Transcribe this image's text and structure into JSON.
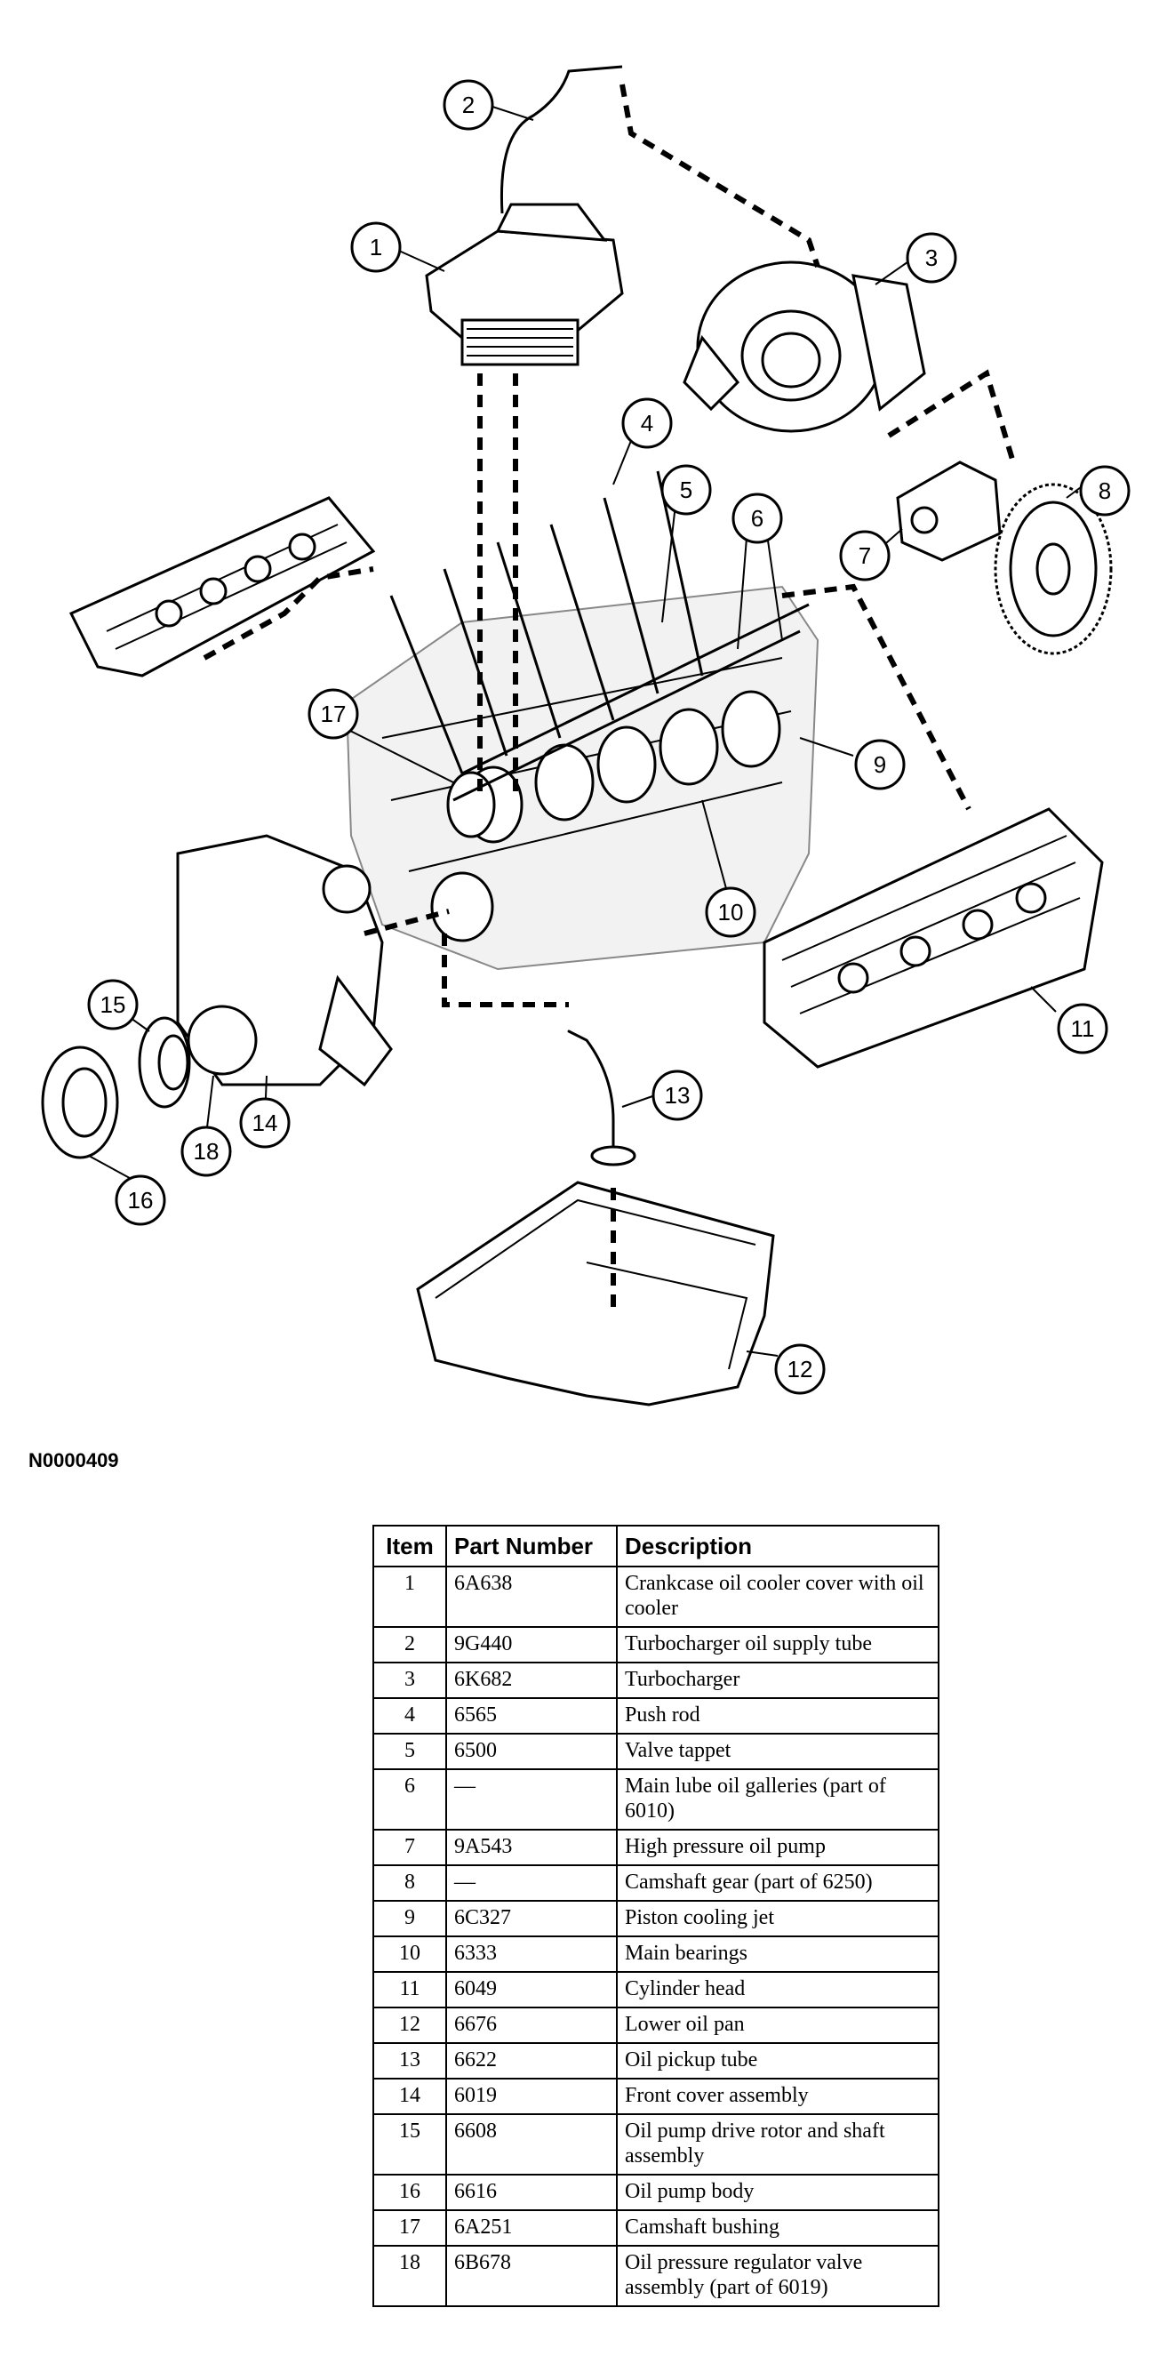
{
  "figure_id": "N0000409",
  "callouts": [
    "1",
    "2",
    "3",
    "4",
    "5",
    "6",
    "7",
    "8",
    "9",
    "10",
    "11",
    "12",
    "13",
    "14",
    "15",
    "16",
    "17",
    "18"
  ],
  "table": {
    "headers": {
      "item": "Item",
      "part_number": "Part Number",
      "description": "Description"
    },
    "rows": [
      {
        "item": "1",
        "part_number": "6A638",
        "description": "Crankcase oil cooler cover with oil cooler"
      },
      {
        "item": "2",
        "part_number": "9G440",
        "description": "Turbocharger oil supply tube"
      },
      {
        "item": "3",
        "part_number": "6K682",
        "description": "Turbocharger"
      },
      {
        "item": "4",
        "part_number": "6565",
        "description": "Push rod"
      },
      {
        "item": "5",
        "part_number": "6500",
        "description": "Valve tappet"
      },
      {
        "item": "6",
        "part_number": "—",
        "description": "Main lube oil galleries (part of 6010)"
      },
      {
        "item": "7",
        "part_number": "9A543",
        "description": "High pressure oil pump"
      },
      {
        "item": "8",
        "part_number": "—",
        "description": "Camshaft gear (part of 6250)"
      },
      {
        "item": "9",
        "part_number": "6C327",
        "description": "Piston cooling jet"
      },
      {
        "item": "10",
        "part_number": "6333",
        "description": "Main bearings"
      },
      {
        "item": "11",
        "part_number": "6049",
        "description": "Cylinder head"
      },
      {
        "item": "12",
        "part_number": "6676",
        "description": "Lower oil pan"
      },
      {
        "item": "13",
        "part_number": "6622",
        "description": "Oil pickup tube"
      },
      {
        "item": "14",
        "part_number": "6019",
        "description": "Front cover assembly"
      },
      {
        "item": "15",
        "part_number": "6608",
        "description": "Oil pump drive rotor and shaft assembly"
      },
      {
        "item": "16",
        "part_number": "6616",
        "description": "Oil pump body"
      },
      {
        "item": "17",
        "part_number": "6A251",
        "description": "Camshaft bushing"
      },
      {
        "item": "18",
        "part_number": "6B678",
        "description": "Oil pressure regulator valve assembly (part of 6019)"
      }
    ]
  }
}
